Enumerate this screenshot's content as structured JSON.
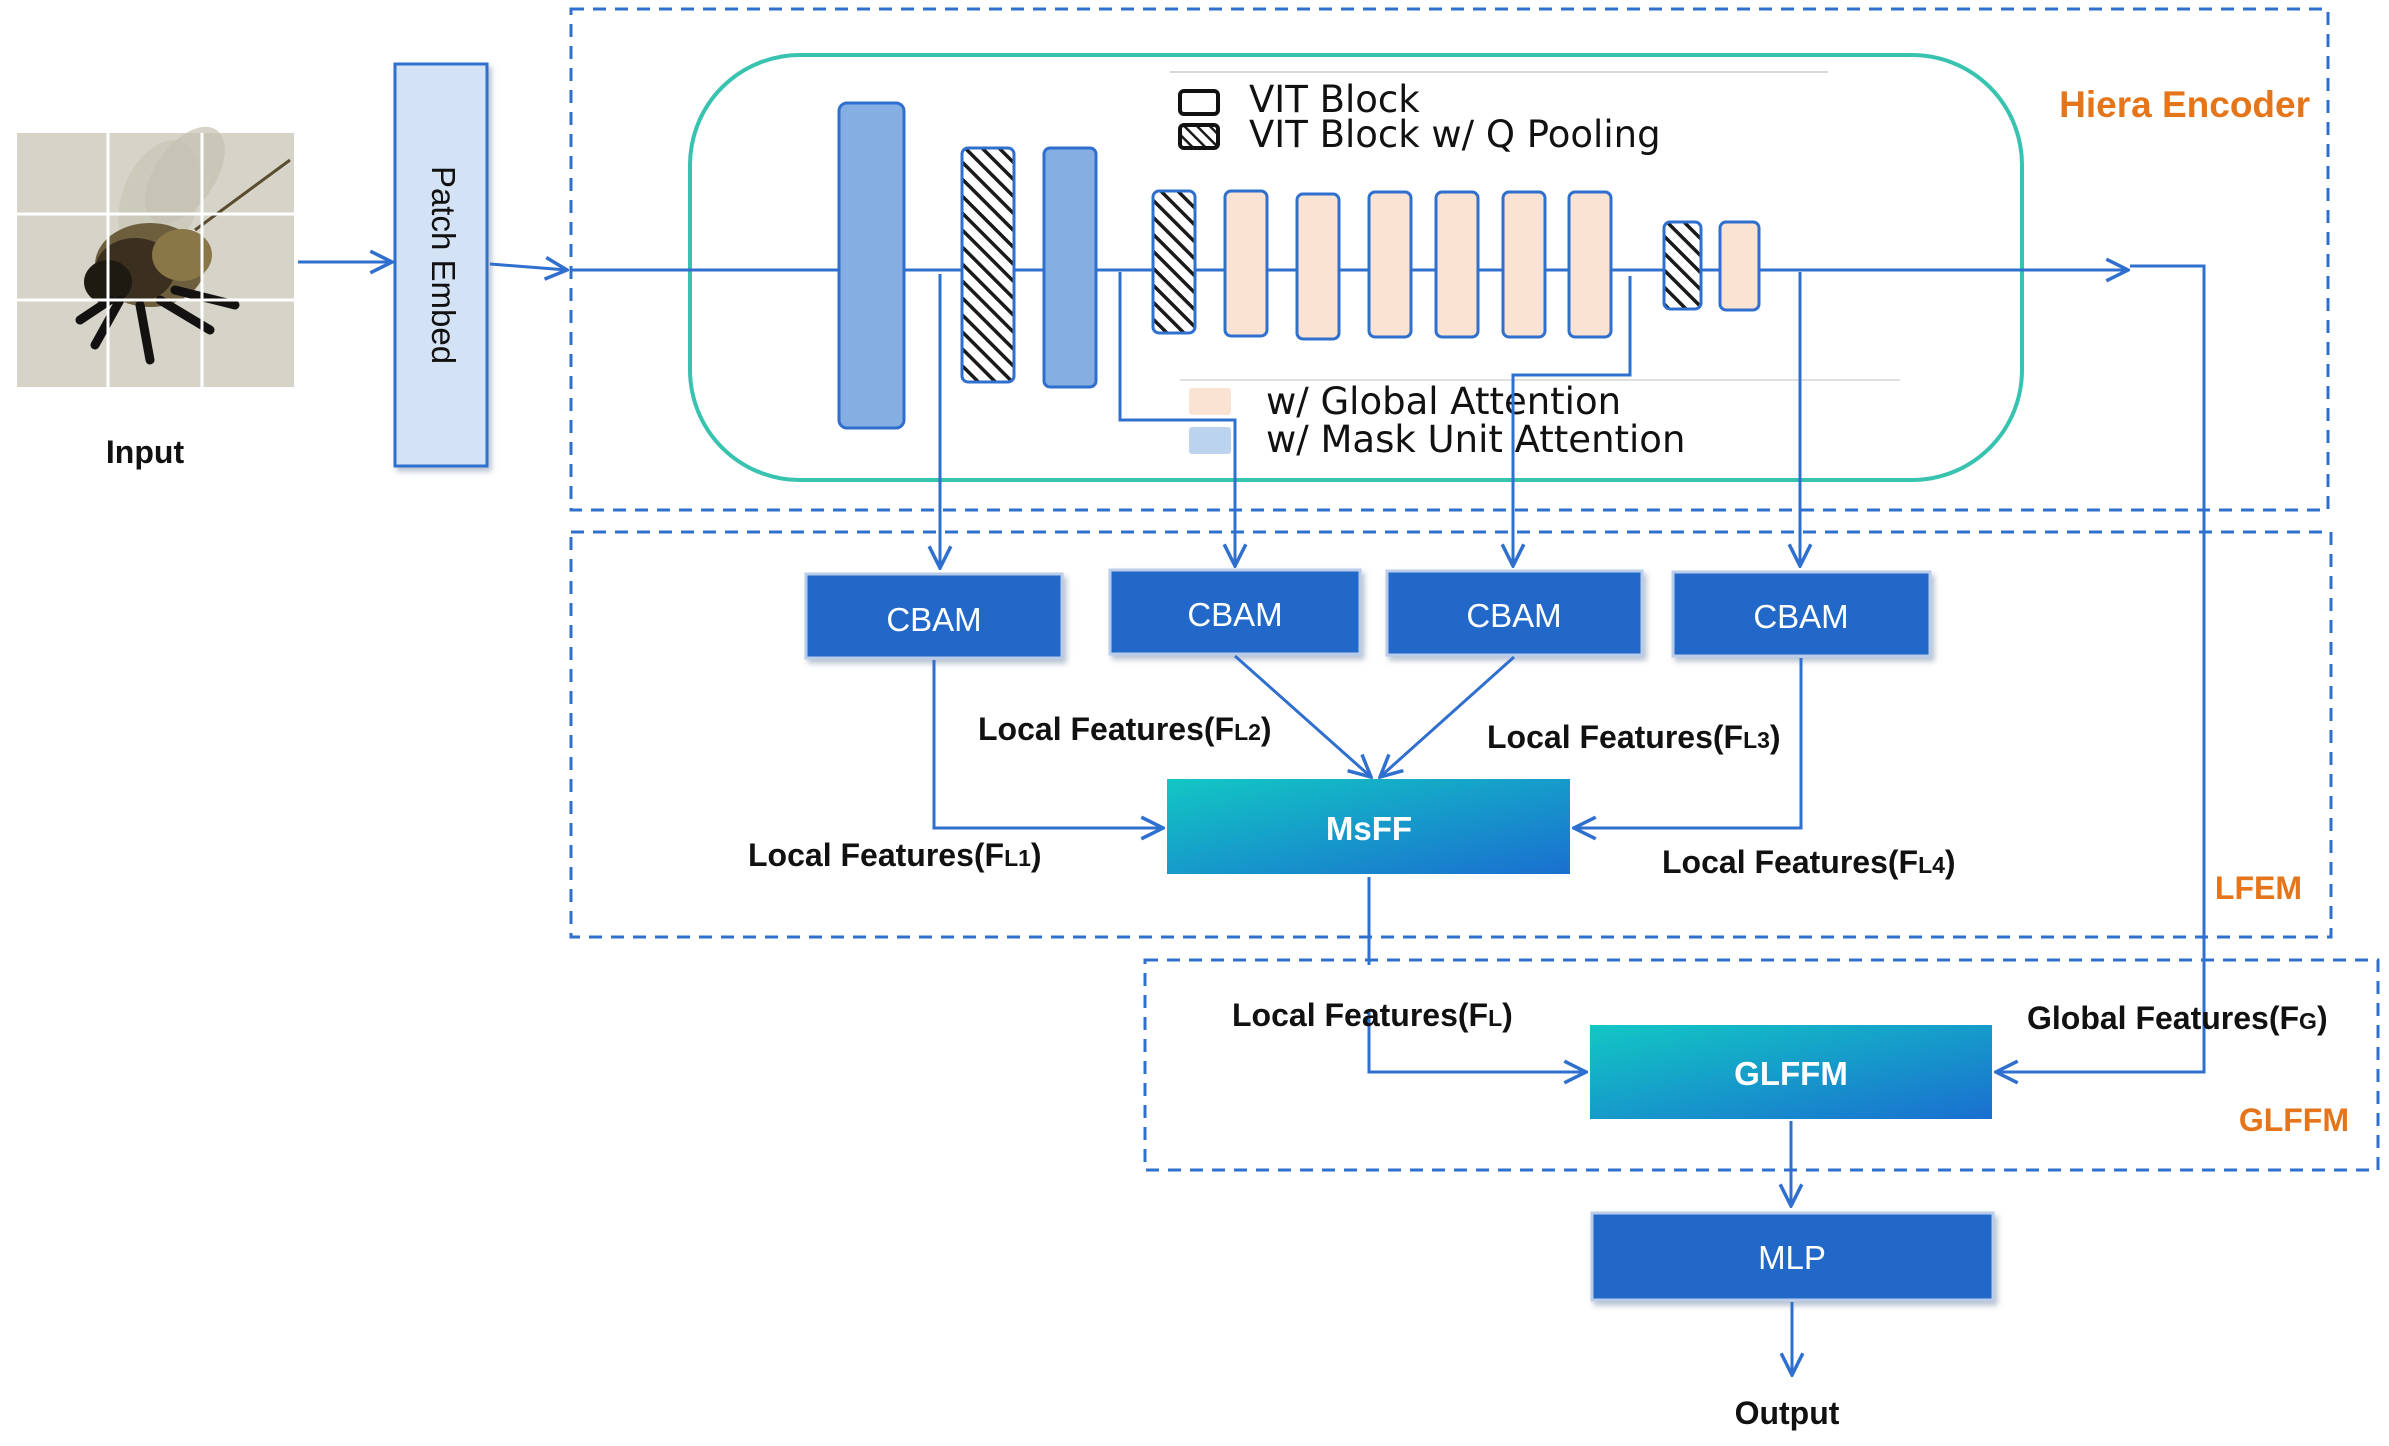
{
  "labels": {
    "input": "Input",
    "patch_embed": "Patch Embed",
    "hiera_encoder": "Hiera Encoder",
    "legend_vit_block": "VIT Block",
    "legend_vit_q_pooling": "VIT Block w/ Q Pooling",
    "legend_global_attention": "w/ Global Attention",
    "legend_mask_unit_attention": "w/ Mask Unit Attention",
    "cbam": "CBAM",
    "msff": "MsFF",
    "lfem": "LFEM",
    "glffm_box": "GLFFM",
    "glffm_region": "GLFFM",
    "mlp": "MLP",
    "output": "Output"
  },
  "features": {
    "fl1": {
      "text": "Local Features(F",
      "sub": "L1",
      "close": ")"
    },
    "fl2": {
      "text": "Local Features(F",
      "sub": "L2",
      "close": ")"
    },
    "fl3": {
      "text": "Local Features(F",
      "sub": "L3",
      "close": ")"
    },
    "fl4": {
      "text": "Local Features(F",
      "sub": "L4",
      "close": ")"
    },
    "fl": {
      "text": "Local Features(F",
      "sub": "L",
      "close": ")"
    },
    "fg": {
      "text": "Global Features(F",
      "sub": "G",
      "close": ")"
    }
  },
  "colors": {
    "line": "#2f6fce",
    "module_blue": "#2468c8",
    "accent_orange": "#e4751a",
    "mask_unit_blue": "#85aee3",
    "global_attention_peach": "#fbe3d3",
    "encoder_outline": "#38c2b0",
    "gradient_start": "#12c7c4",
    "gradient_end": "#1a6fd0"
  }
}
